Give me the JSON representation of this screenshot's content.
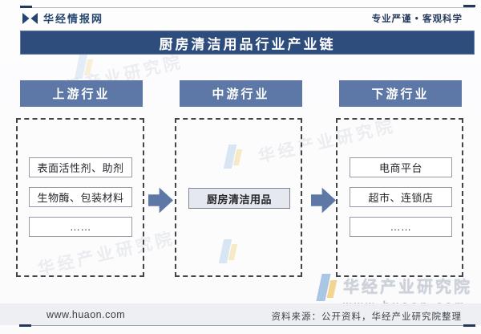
{
  "header": {
    "brand": "华经情报网",
    "slogan": "专业严谨 • 客观科学"
  },
  "title": "厨房清洁用品行业产业链",
  "chain": {
    "columns": [
      {
        "header": "上游行业",
        "items": [
          "表面活性剂、助剂",
          "生物酶、包装材料",
          "……"
        ]
      },
      {
        "header": "中游行业",
        "items": [
          "厨房清洁用品"
        ]
      },
      {
        "header": "下游行业",
        "items": [
          "电商平台",
          "超市、连锁店",
          "……"
        ]
      }
    ]
  },
  "watermark": {
    "name": "华经产业研究院",
    "url": "www.huaon.com"
  },
  "footer": {
    "site": "www.huaon.com",
    "source": "资料来源：公开资料，华经产业研究院整理"
  },
  "colors": {
    "banner": "#2e4d7d",
    "header_chip": "#5d77a6",
    "arrow": "#5d77a6",
    "footer_band": "#edeff2"
  }
}
